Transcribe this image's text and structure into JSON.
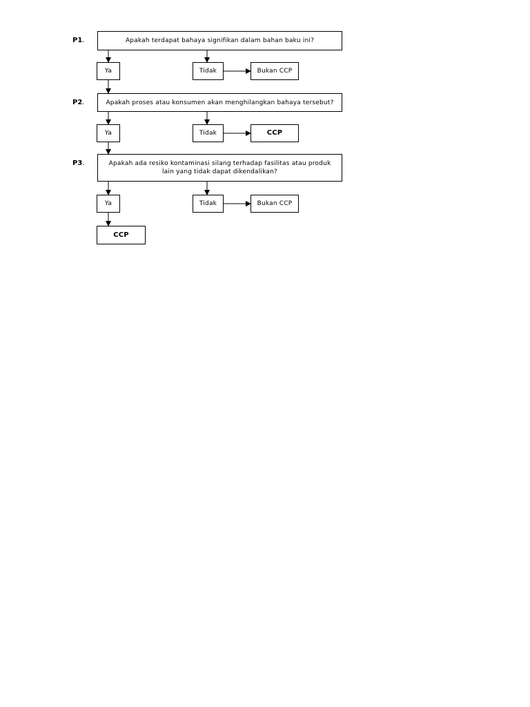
{
  "steps": [
    {
      "label_code": "P1",
      "label_suffix": ".",
      "question": "Apakah terdapat bahaya signifikan dalam bahan baku ini?",
      "yes": "Ya",
      "no": "Tidak",
      "no_result": "Bukan CCP"
    },
    {
      "label_code": "P2",
      "label_suffix": ".",
      "question": "Apakah proses atau konsumen akan menghilangkan bahaya tersebut?",
      "yes": "Ya",
      "no": "Tidak",
      "no_result": "CCP"
    },
    {
      "label_code": "P3",
      "label_suffix": ".",
      "question": "Apakah ada resiko kontaminasi silang terhadap fasilitas atau produk lain yang tidak dapat dikendalikan?",
      "yes": "Ya",
      "no": "Tidak",
      "no_result": "Bukan CCP"
    }
  ],
  "final_result": "CCP"
}
